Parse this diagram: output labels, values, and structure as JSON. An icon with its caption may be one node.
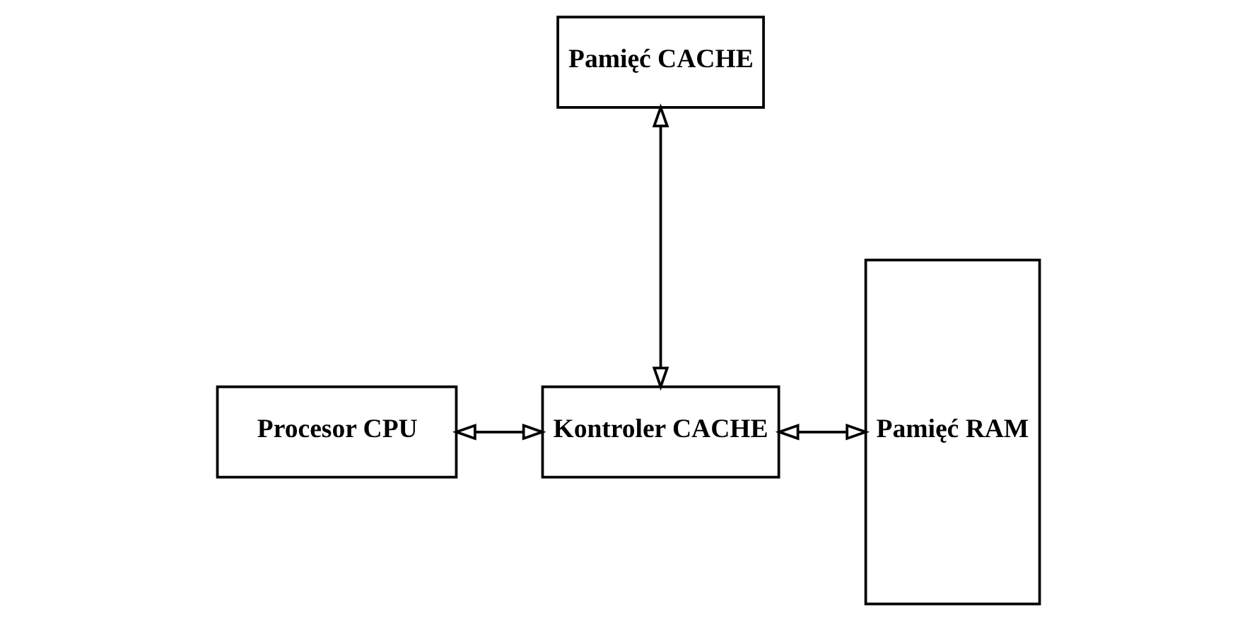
{
  "diagram": {
    "nodes": [
      {
        "text": [
          "Pamięć CACHE"
        ]
      },
      {
        "text": [
          "Procesor CPU"
        ]
      },
      {
        "text": [
          "Kontroler CACHE"
        ]
      },
      {
        "text": [
          "Pamięć RAM"
        ]
      }
    ],
    "edges": [
      {
        "from": 0,
        "to": 2,
        "arrow": "both"
      },
      {
        "from": 1,
        "to": 2,
        "arrow": "both"
      },
      {
        "from": 2,
        "to": 3,
        "arrow": "both"
      }
    ]
  }
}
